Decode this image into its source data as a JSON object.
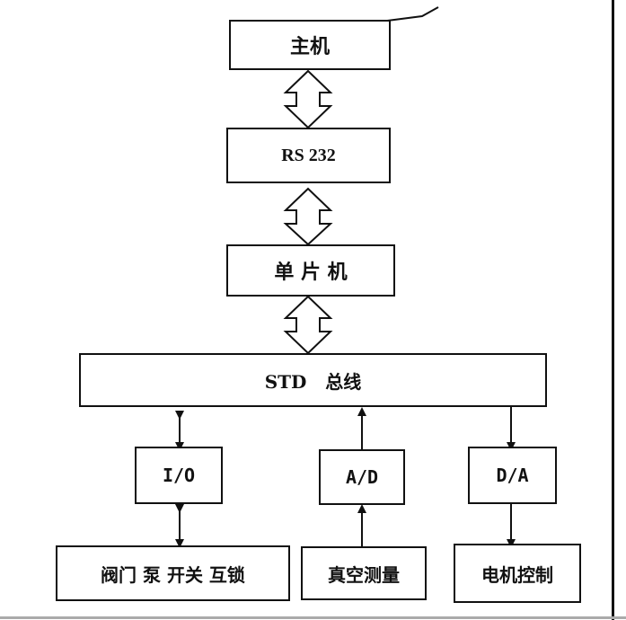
{
  "nodes": {
    "host": "主机",
    "rs232": "RS 232",
    "mcu": "单 片 机",
    "std_bus": "STD   总线",
    "io": "I/O",
    "ad": "A/D",
    "da": "D/A",
    "valve": "阀门 泵 开关 互锁",
    "vacuum": "真空测量",
    "motor": "电机控制"
  }
}
